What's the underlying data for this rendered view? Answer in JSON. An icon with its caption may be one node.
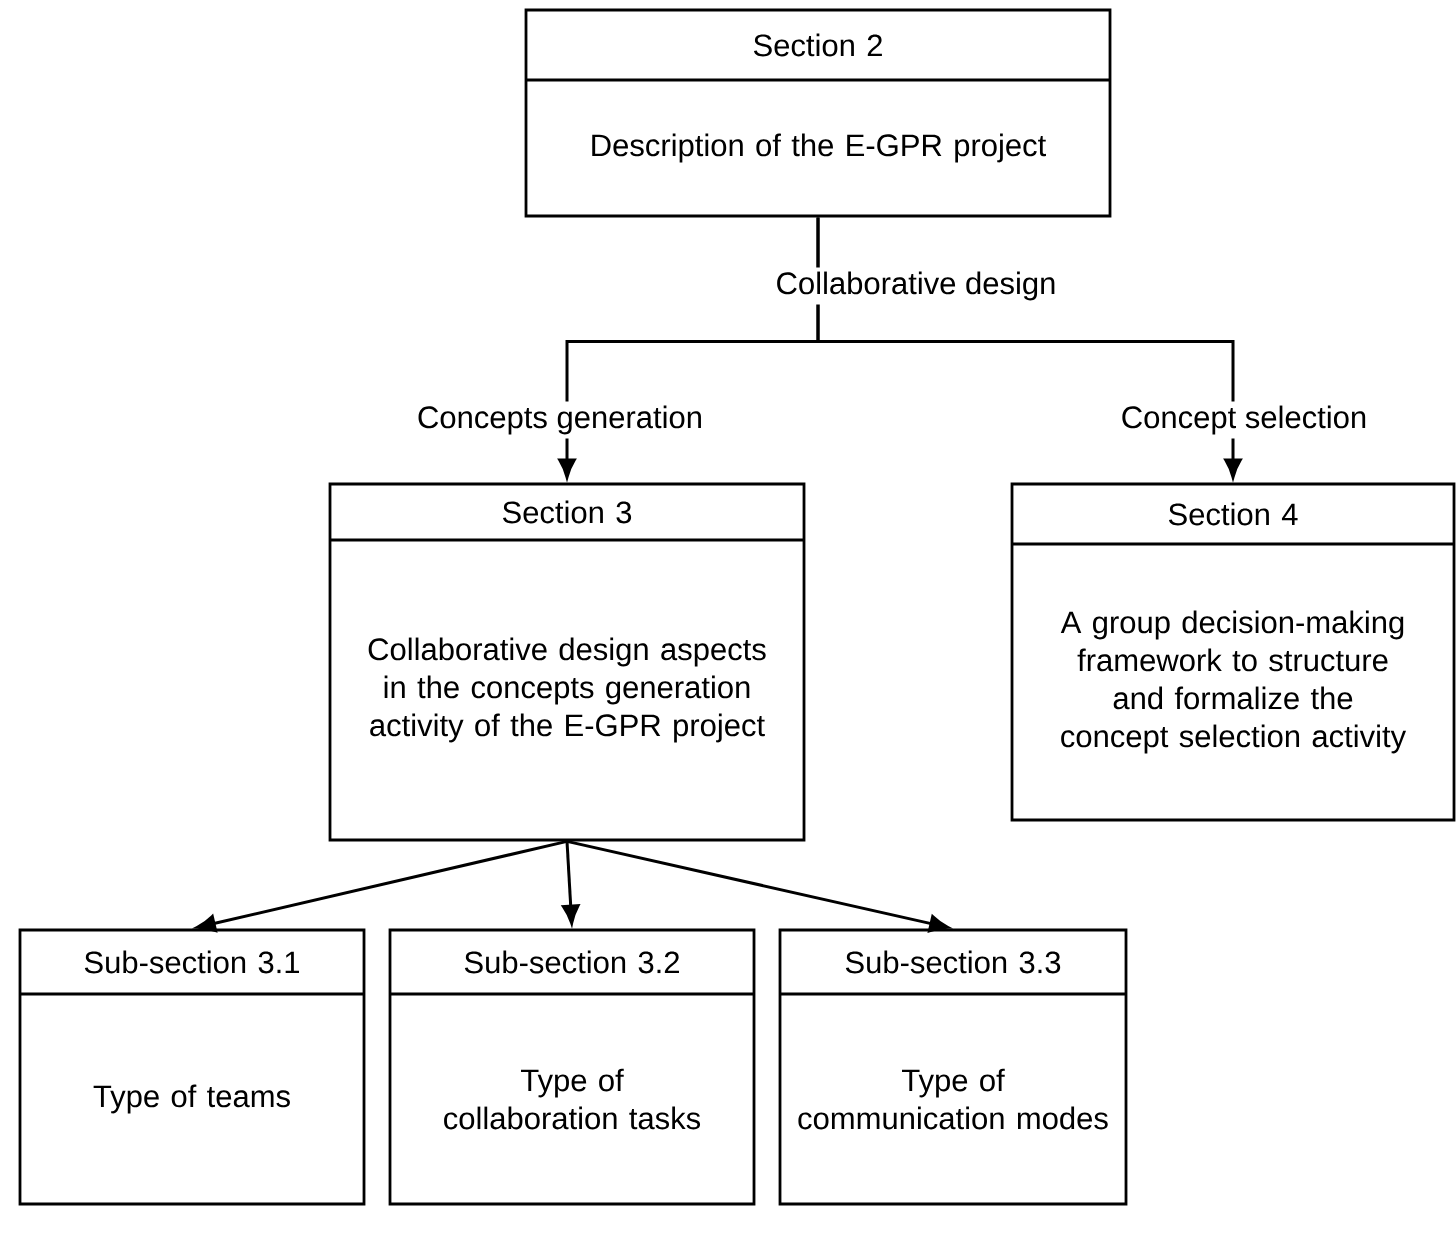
{
  "diagram": {
    "nodes": [
      {
        "text": [
          "Section 2",
          "Description of the E-GPR project"
        ]
      },
      {
        "text": [
          "Section 3",
          "Collaborative design aspects in the concepts generation activity of the E-GPR project"
        ]
      },
      {
        "text": [
          "Section 4",
          "A group decision-making framework to structure and formalize the concept selection activity"
        ]
      },
      {
        "text": [
          "Sub-section 3.1",
          "Type of teams"
        ]
      },
      {
        "text": [
          "Sub-section 3.2",
          "Type of collaboration tasks"
        ]
      },
      {
        "text": [
          "Sub-section 3.3",
          "Type of communication modes"
        ]
      }
    ],
    "edges": [
      {
        "from": 0,
        "to": 1,
        "arrow": "to",
        "label": "Concepts generation"
      },
      {
        "from": 0,
        "to": 2,
        "arrow": "to",
        "label": "Concept selection"
      },
      {
        "from": 1,
        "to": 3,
        "arrow": "to"
      },
      {
        "from": 1,
        "to": 4,
        "arrow": "to"
      },
      {
        "from": 1,
        "to": 5,
        "arrow": "to"
      }
    ],
    "labels": [
      "Collaborative design"
    ]
  }
}
